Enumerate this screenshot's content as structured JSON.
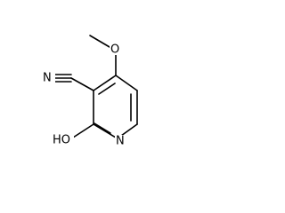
{
  "molecule": {
    "atoms": [
      {
        "id": "c2",
        "element": "C"
      },
      {
        "id": "c3",
        "element": "C"
      },
      {
        "id": "c4",
        "element": "C"
      },
      {
        "id": "c5",
        "element": "C"
      },
      {
        "id": "c6",
        "element": "C"
      },
      {
        "id": "n1",
        "element": "N",
        "label": "N"
      },
      {
        "id": "o_methoxy",
        "element": "O",
        "label": "O"
      },
      {
        "id": "c_methyl",
        "element": "C"
      },
      {
        "id": "c_nitrile",
        "element": "C"
      },
      {
        "id": "n_nitrile",
        "element": "N",
        "label": "N"
      },
      {
        "id": "o_hydroxy",
        "element": "O",
        "label": "HO"
      }
    ],
    "bonds": [
      {
        "from": "n1",
        "to": "c2",
        "order": 2
      },
      {
        "from": "c2",
        "to": "c3",
        "order": 1
      },
      {
        "from": "c3",
        "to": "c4",
        "order": 2
      },
      {
        "from": "c4",
        "to": "c5",
        "order": 1
      },
      {
        "from": "c5",
        "to": "c6",
        "order": 2
      },
      {
        "from": "c6",
        "to": "n1",
        "order": 1
      },
      {
        "from": "c4",
        "to": "o_methoxy",
        "order": 1
      },
      {
        "from": "o_methoxy",
        "to": "c_methyl",
        "order": 1
      },
      {
        "from": "c3",
        "to": "c_nitrile",
        "order": 1
      },
      {
        "from": "c_nitrile",
        "to": "n_nitrile",
        "order": 3
      },
      {
        "from": "c2",
        "to": "o_hydroxy",
        "order": 1
      }
    ]
  },
  "labels": {
    "methoxy_oxygen": "O",
    "nitrile_nitrogen": "N",
    "ring_nitrogen": "N",
    "hydroxy": "HO"
  },
  "colors": {
    "bond": "#000000",
    "text": "#000000",
    "background": "#ffffff"
  }
}
